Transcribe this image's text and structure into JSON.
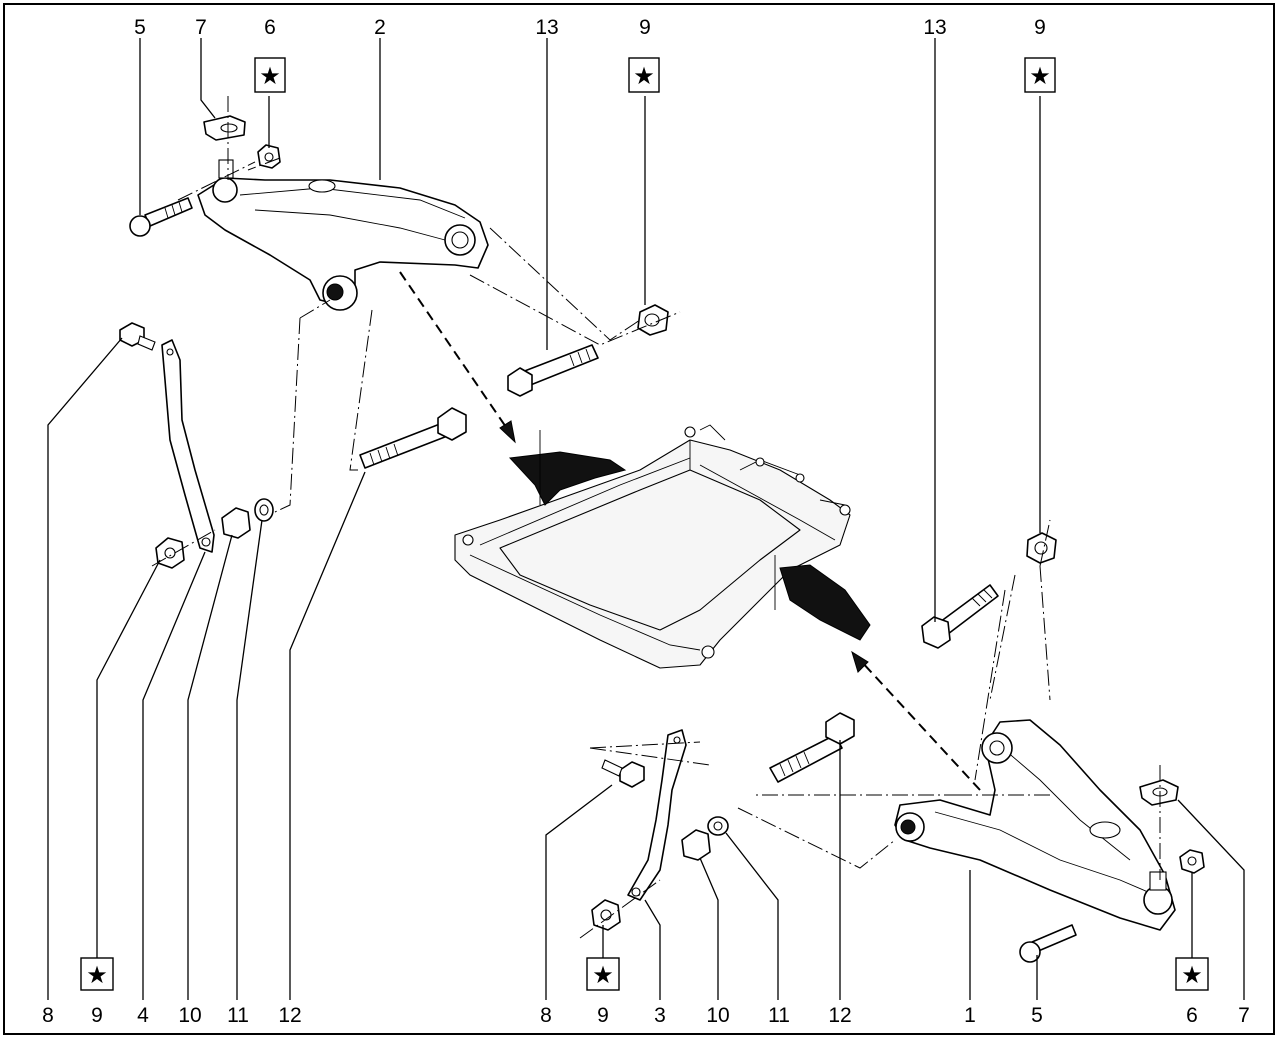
{
  "callouts": {
    "top_5": "5",
    "top_7": "7",
    "top_6": "6",
    "top_2": "2",
    "top_13a": "13",
    "top_9a": "9",
    "top_13b": "13",
    "top_9b": "9",
    "bot_8a": "8",
    "bot_9a": "9",
    "bot_4": "4",
    "bot_10a": "10",
    "bot_11a": "11",
    "bot_12a": "12",
    "bot_8b": "8",
    "bot_9b": "9",
    "bot_3": "3",
    "bot_10b": "10",
    "bot_11b": "11",
    "bot_12b": "12",
    "bot_1": "1",
    "bot_5": "5",
    "bot_6": "6",
    "bot_7": "7"
  },
  "marker_symbol": "★",
  "colors": {
    "line": "#000000",
    "background": "#ffffff",
    "frame_fill": "#f6f6f6",
    "dark_part": "#111111"
  }
}
